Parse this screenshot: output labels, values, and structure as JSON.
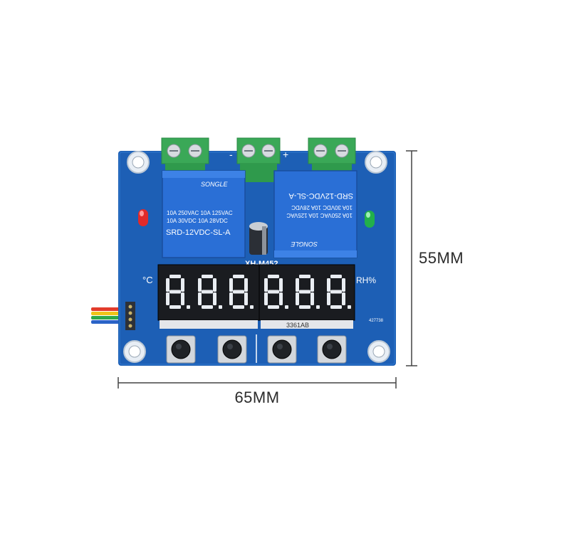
{
  "dimensions": {
    "width_label": "65MM",
    "height_label": "55MM"
  },
  "board": {
    "model_label": "XH-M452",
    "color": "#1d5fb5",
    "relays": [
      {
        "brand": "SONGLE",
        "model": "SRD-12VDC-SL-A",
        "rating_lines": [
          "10A 250VAC  10A 125VAC",
          "10A 30VDC  10A 28VDC"
        ],
        "color": "#2a6fd6"
      },
      {
        "brand": "SONGLE",
        "model": "SRD-12VDC-SL-A",
        "rating_lines": [
          "10A 250VAC  10A 125VAC",
          "10A 30VDC  10A 28VDC"
        ],
        "color": "#2a6fd6"
      }
    ],
    "terminal_marks": {
      "minus": "-",
      "plus": "+"
    },
    "display": {
      "left_unit": "°C",
      "right_unit": "RH%",
      "digits_left": "8.8.8.",
      "digits_right": "8.8.8.",
      "module_labels": [
        "",
        "3361AB"
      ],
      "segment_color": "#e9edf2"
    },
    "leds": [
      {
        "name": "red",
        "color": "#e12a2a"
      },
      {
        "name": "green",
        "color": "#22b04a"
      }
    ],
    "side_code": "427738",
    "wire_colors": [
      "#e23b2b",
      "#f0c419",
      "#2ea84a",
      "#2a63c7"
    ]
  }
}
